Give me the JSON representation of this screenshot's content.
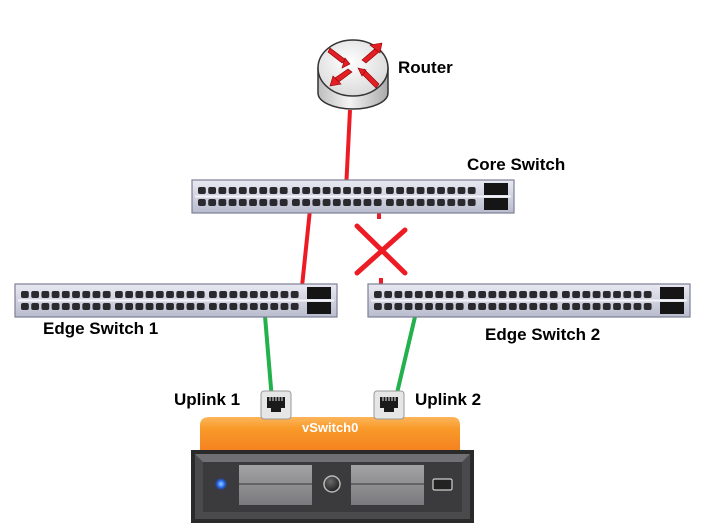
{
  "labels": {
    "router": "Router",
    "core_switch": "Core Switch",
    "edge_switch_1": "Edge Switch 1",
    "edge_switch_2": "Edge Switch 2",
    "uplink_1": "Uplink 1",
    "uplink_2": "Uplink 2",
    "vswitch": "vSwitch0"
  },
  "colors": {
    "active_link": "#ed1c24",
    "blocked_link": "#ed1c24",
    "blocked_mark": "#ed1c24",
    "uplink_link": "#22b14c",
    "vswitch_fill": "#f7941d",
    "switch_body": "#d7d9e6",
    "server_body": "#2b2b2b",
    "power_led": "#2f7bff"
  },
  "links": [
    {
      "from": "router",
      "to": "core_switch",
      "state": "active"
    },
    {
      "from": "core_switch",
      "to": "edge_switch_1",
      "state": "active"
    },
    {
      "from": "core_switch",
      "to": "edge_switch_2",
      "state": "blocked"
    },
    {
      "from": "edge_switch_1",
      "to": "uplink_1",
      "state": "active"
    },
    {
      "from": "edge_switch_2",
      "to": "uplink_2",
      "state": "active"
    }
  ],
  "switch_ports_per_row": 27
}
